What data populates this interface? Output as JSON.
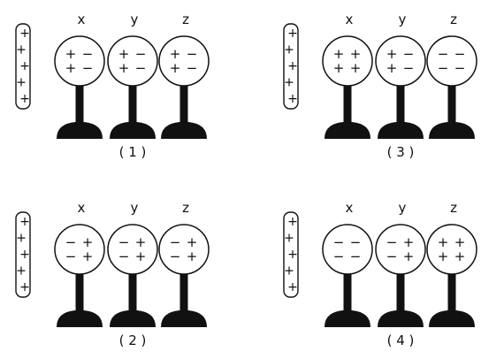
{
  "panels": [
    {
      "caption": "( 1 )",
      "rod": [
        "+",
        "+",
        "+",
        "+",
        "+"
      ],
      "spheres": [
        {
          "label": "x",
          "charges": [
            "+",
            "−",
            "+",
            "−"
          ]
        },
        {
          "label": "y",
          "charges": [
            "+",
            "−",
            "+",
            "−"
          ]
        },
        {
          "label": "z",
          "charges": [
            "+",
            "−",
            "+",
            "−"
          ]
        }
      ]
    },
    {
      "caption": "( 2 )",
      "rod": [
        "+",
        "+",
        "+",
        "+",
        "+"
      ],
      "spheres": [
        {
          "label": "x",
          "charges": [
            "−",
            "+",
            "−",
            "+"
          ]
        },
        {
          "label": "y",
          "charges": [
            "−",
            "+",
            "−",
            "+"
          ]
        },
        {
          "label": "z",
          "charges": [
            "−",
            "+",
            "−",
            "+"
          ]
        }
      ]
    },
    {
      "caption": "( 3 )",
      "rod": [
        "+",
        "+",
        "+",
        "+",
        "+"
      ],
      "spheres": [
        {
          "label": "x",
          "charges": [
            "+",
            "+",
            "+",
            "+"
          ]
        },
        {
          "label": "y",
          "charges": [
            "+",
            "−",
            "+",
            "−"
          ]
        },
        {
          "label": "z",
          "charges": [
            "−",
            "−",
            "−",
            "−"
          ]
        }
      ]
    },
    {
      "caption": "( 4 )",
      "rod": [
        "+",
        "+",
        "+",
        "+",
        "+"
      ],
      "spheres": [
        {
          "label": "x",
          "charges": [
            "−",
            "−",
            "−",
            "−"
          ]
        },
        {
          "label": "y",
          "charges": [
            "−",
            "+",
            "−",
            "+"
          ]
        },
        {
          "label": "z",
          "charges": [
            "+",
            "+",
            "+",
            "+"
          ]
        }
      ]
    }
  ]
}
